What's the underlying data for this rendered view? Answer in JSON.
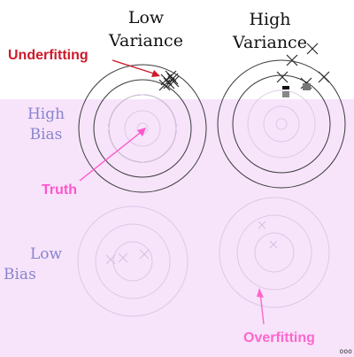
{
  "columns": {
    "low_variance": [
      "Low",
      "Variance"
    ],
    "high_variance": [
      "High",
      "Variance"
    ]
  },
  "rows": {
    "high_bias": [
      "High",
      "Bias"
    ],
    "low_bias": [
      "Low",
      "Bias"
    ]
  },
  "callouts": {
    "underfitting": "Underfitting",
    "truth": "Truth",
    "overfitting": "Overfitting"
  },
  "colors": {
    "underfitting": "#cc1a2a",
    "truth": "#ff55cc",
    "overfitting": "#ff66cc",
    "row_label": "#8a84cc",
    "rings": "#3a3a3a",
    "faded_rings": "#ddc8e6",
    "background_wash": "#f7e4fb"
  },
  "corner_mark": "ooo"
}
